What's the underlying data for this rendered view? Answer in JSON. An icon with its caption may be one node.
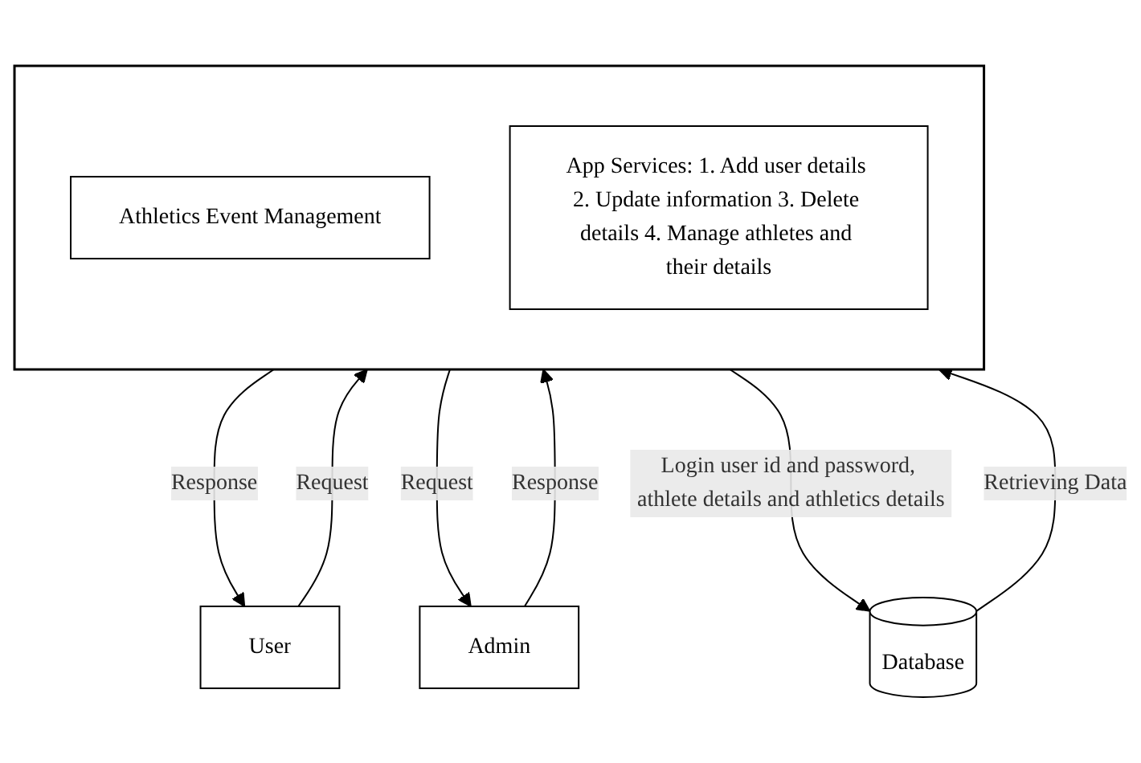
{
  "diagram": {
    "nodes": [
      {
        "text": [
          "User"
        ]
      },
      {
        "text": [],
        "shape": "box"
      },
      {
        "text": [
          "Athletics Event Management"
        ],
        "in": 1
      },
      {
        "text": [
          "App Services: 1. Add user details 2. Update information 3. Delete details 4. Manage athletes and their details"
        ],
        "in": 1
      },
      {
        "text": [
          "Admin"
        ]
      },
      {
        "text": [
          "Database"
        ]
      }
    ],
    "edges": [
      {
        "from": 0,
        "to": 1,
        "label": "Request",
        "arrow": "to"
      },
      {
        "from": 1,
        "to": 0,
        "label": "Response",
        "arrow": "to"
      },
      {
        "from": 4,
        "to": 1,
        "label": "Response",
        "arrow": "to"
      },
      {
        "from": 1,
        "to": 4,
        "label": "Request",
        "arrow": "to"
      },
      {
        "from": 1,
        "to": 5,
        "label": "Login user id and password, athlete details and athletics details",
        "arrow": "to"
      },
      {
        "from": 5,
        "to": 1,
        "label": "Retrieving Data",
        "arrow": "to"
      }
    ]
  }
}
